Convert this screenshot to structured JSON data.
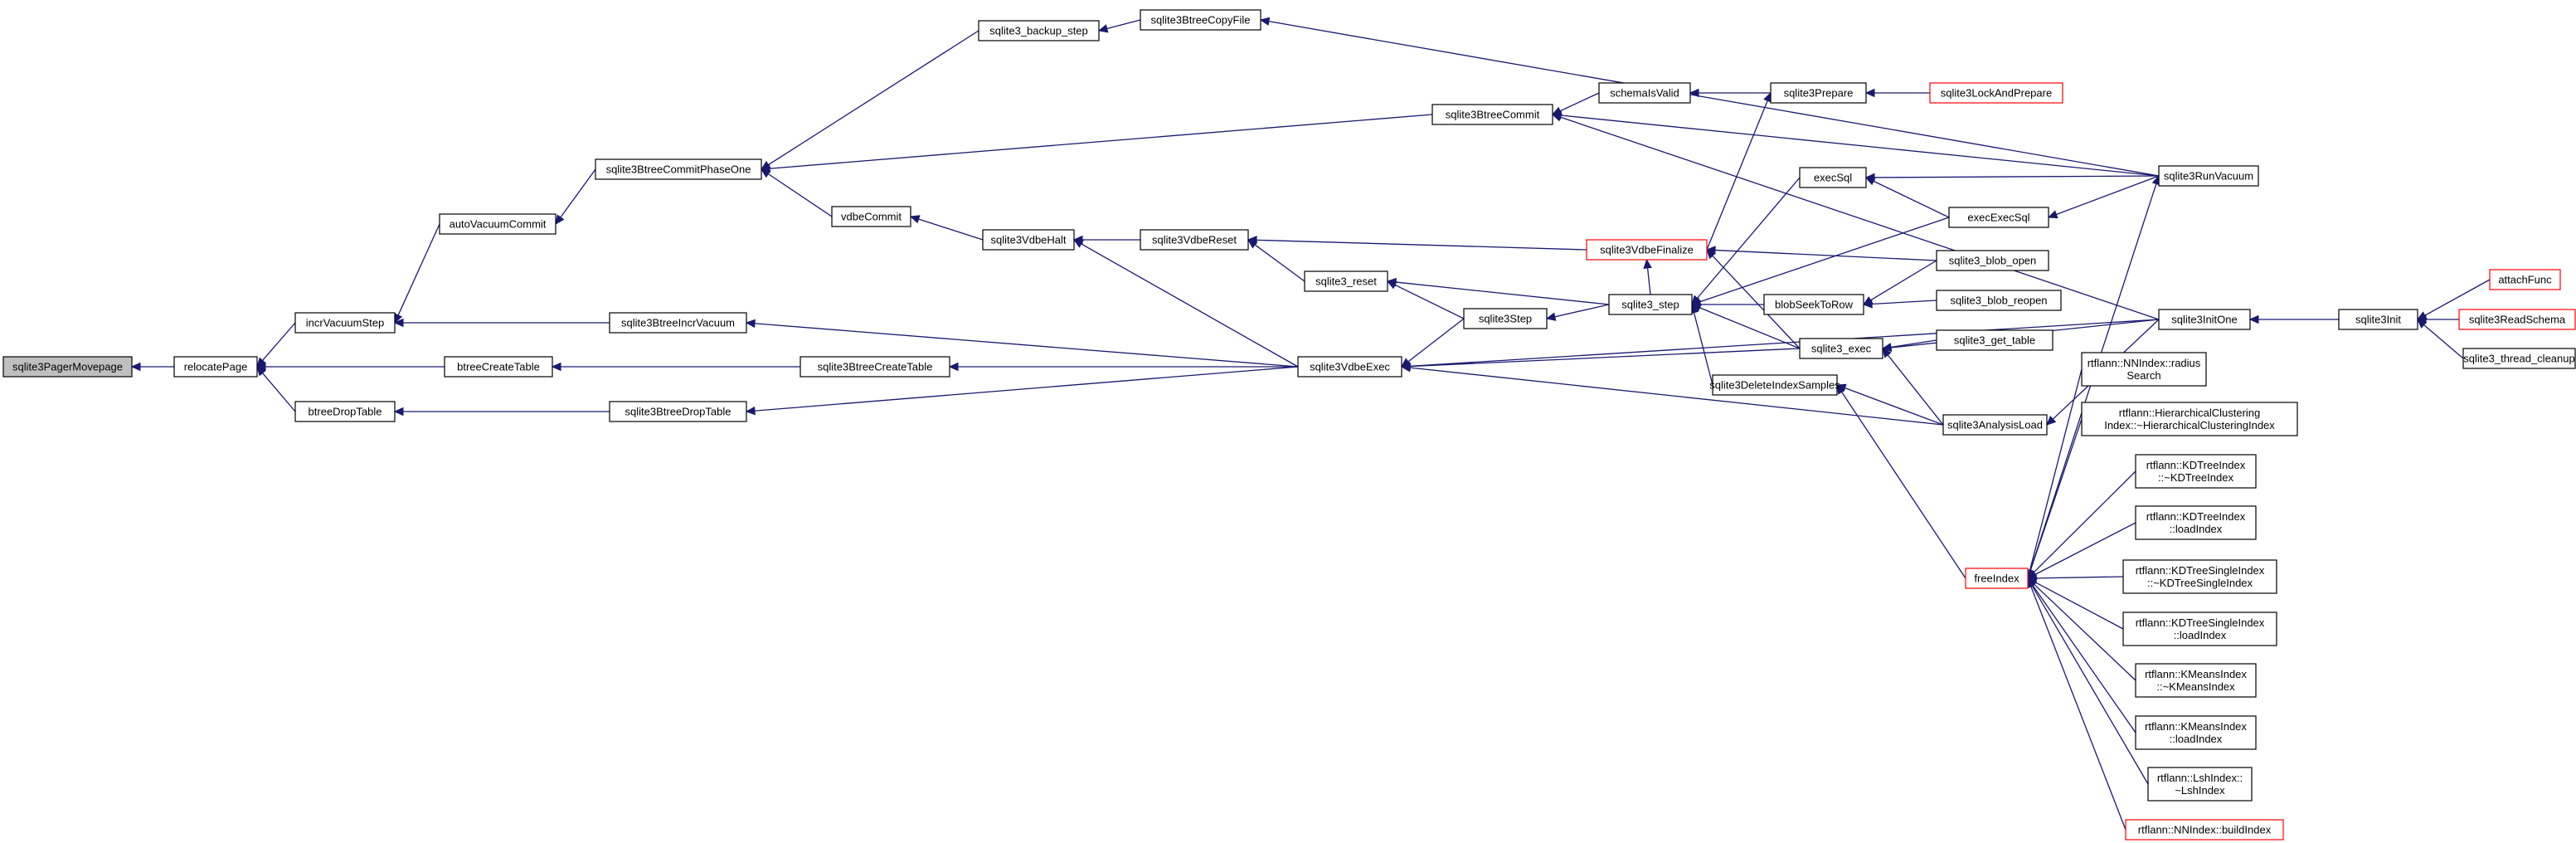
{
  "colors": {
    "edge": "#191970",
    "node_border": "#000000",
    "node_border_truncated": "#ff0000",
    "root_fill": "#bfbfbf",
    "background": "#ffffff"
  },
  "nodes": [
    {
      "id": "n0",
      "label": [
        "sqlite3PagerMovepage"
      ],
      "root": true
    },
    {
      "id": "n1",
      "label": [
        "relocatePage"
      ]
    },
    {
      "id": "n2",
      "label": [
        "incrVacuumStep"
      ]
    },
    {
      "id": "n3",
      "label": [
        "btreeCreateTable"
      ]
    },
    {
      "id": "n4",
      "label": [
        "btreeDropTable"
      ]
    },
    {
      "id": "n5",
      "label": [
        "autoVacuumCommit"
      ]
    },
    {
      "id": "n6",
      "label": [
        "sqlite3BtreeIncrVacuum"
      ]
    },
    {
      "id": "n7",
      "label": [
        "sqlite3BtreeCreateTable"
      ]
    },
    {
      "id": "n8",
      "label": [
        "sqlite3BtreeDropTable"
      ]
    },
    {
      "id": "n9",
      "label": [
        "sqlite3BtreeCommitPhaseOne"
      ]
    },
    {
      "id": "n10",
      "label": [
        "sqlite3_backup_step"
      ]
    },
    {
      "id": "n11",
      "label": [
        "sqlite3BtreeCopyFile"
      ]
    },
    {
      "id": "n12",
      "label": [
        "vdbeCommit"
      ]
    },
    {
      "id": "n13",
      "label": [
        "sqlite3VdbeHalt"
      ]
    },
    {
      "id": "n14",
      "label": [
        "sqlite3VdbeReset"
      ]
    },
    {
      "id": "n15",
      "label": [
        "sqlite3_reset"
      ]
    },
    {
      "id": "n16",
      "label": [
        "sqlite3VdbeExec"
      ]
    },
    {
      "id": "n17",
      "label": [
        "sqlite3BtreeCommit"
      ]
    },
    {
      "id": "n18",
      "label": [
        "schemaIsValid"
      ]
    },
    {
      "id": "n19",
      "label": [
        "sqlite3Prepare"
      ]
    },
    {
      "id": "n20",
      "label": [
        "sqlite3LockAndPrepare"
      ],
      "red": true
    },
    {
      "id": "n21",
      "label": [
        "sqlite3VdbeFinalize"
      ],
      "red": true
    },
    {
      "id": "n22",
      "label": [
        "sqlite3Step"
      ]
    },
    {
      "id": "n23",
      "label": [
        "sqlite3_step"
      ]
    },
    {
      "id": "n24",
      "label": [
        "execSql"
      ]
    },
    {
      "id": "n25",
      "label": [
        "blobSeekToRow"
      ]
    },
    {
      "id": "n26",
      "label": [
        "sqlite3_exec"
      ]
    },
    {
      "id": "n27",
      "label": [
        "sqlite3DeleteIndexSamples"
      ]
    },
    {
      "id": "n28",
      "label": [
        "execExecSql"
      ]
    },
    {
      "id": "n29",
      "label": [
        "sqlite3_blob_open"
      ]
    },
    {
      "id": "n30",
      "label": [
        "sqlite3_blob_reopen"
      ]
    },
    {
      "id": "n31",
      "label": [
        "sqlite3_get_table"
      ]
    },
    {
      "id": "n32",
      "label": [
        "sqlite3AnalysisLoad"
      ]
    },
    {
      "id": "n33",
      "label": [
        "sqlite3RunVacuum"
      ]
    },
    {
      "id": "n34",
      "label": [
        "sqlite3InitOne"
      ]
    },
    {
      "id": "n35",
      "label": [
        "sqlite3Init"
      ]
    },
    {
      "id": "n36",
      "label": [
        "attachFunc"
      ],
      "red": true
    },
    {
      "id": "n37",
      "label": [
        "sqlite3ReadSchema"
      ],
      "red": true
    },
    {
      "id": "n38",
      "label": [
        "sqlite3_thread_cleanup"
      ]
    },
    {
      "id": "n39",
      "label": [
        "freeIndex"
      ],
      "red": true
    },
    {
      "id": "n40",
      "label": [
        "rtflann::NNIndex::radius",
        "Search"
      ]
    },
    {
      "id": "n41",
      "label": [
        "rtflann::HierarchicalClustering",
        "Index::~HierarchicalClusteringIndex"
      ]
    },
    {
      "id": "n42",
      "label": [
        "rtflann::KDTreeIndex",
        "::~KDTreeIndex"
      ]
    },
    {
      "id": "n43",
      "label": [
        "rtflann::KDTreeIndex",
        "::loadIndex"
      ]
    },
    {
      "id": "n44",
      "label": [
        "rtflann::KDTreeSingleIndex",
        "::~KDTreeSingleIndex"
      ]
    },
    {
      "id": "n45",
      "label": [
        "rtflann::KDTreeSingleIndex",
        "::loadIndex"
      ]
    },
    {
      "id": "n46",
      "label": [
        "rtflann::KMeansIndex",
        "::~KMeansIndex"
      ]
    },
    {
      "id": "n47",
      "label": [
        "rtflann::KMeansIndex",
        "::loadIndex"
      ]
    },
    {
      "id": "n48",
      "label": [
        "rtflann::LshIndex::",
        "~LshIndex"
      ]
    },
    {
      "id": "n49",
      "label": [
        "rtflann::NNIndex::buildIndex"
      ],
      "red": true
    }
  ],
  "edges": [
    [
      "n1",
      "n0"
    ],
    [
      "n2",
      "n1"
    ],
    [
      "n3",
      "n1"
    ],
    [
      "n4",
      "n1"
    ],
    [
      "n5",
      "n2"
    ],
    [
      "n6",
      "n2"
    ],
    [
      "n7",
      "n3"
    ],
    [
      "n8",
      "n4"
    ],
    [
      "n9",
      "n5"
    ],
    [
      "n16",
      "n6"
    ],
    [
      "n16",
      "n7"
    ],
    [
      "n16",
      "n8"
    ],
    [
      "n10",
      "n9"
    ],
    [
      "n12",
      "n9"
    ],
    [
      "n17",
      "n9"
    ],
    [
      "n11",
      "n10"
    ],
    [
      "n33",
      "n11"
    ],
    [
      "n13",
      "n12"
    ],
    [
      "n14",
      "n13"
    ],
    [
      "n16",
      "n13"
    ],
    [
      "n15",
      "n14"
    ],
    [
      "n21",
      "n14"
    ],
    [
      "n22",
      "n15"
    ],
    [
      "n23",
      "n15"
    ],
    [
      "n22",
      "n16"
    ],
    [
      "n26",
      "n16"
    ],
    [
      "n32",
      "n16"
    ],
    [
      "n34",
      "n16"
    ],
    [
      "n18",
      "n17"
    ],
    [
      "n33",
      "n17"
    ],
    [
      "n34",
      "n17"
    ],
    [
      "n19",
      "n18"
    ],
    [
      "n20",
      "n19"
    ],
    [
      "n21",
      "n19"
    ],
    [
      "n23",
      "n21"
    ],
    [
      "n26",
      "n21"
    ],
    [
      "n29",
      "n21"
    ],
    [
      "n23",
      "n22"
    ],
    [
      "n24",
      "n23"
    ],
    [
      "n25",
      "n23"
    ],
    [
      "n26",
      "n23"
    ],
    [
      "n27",
      "n23"
    ],
    [
      "n28",
      "n23"
    ],
    [
      "n33",
      "n24"
    ],
    [
      "n28",
      "n24"
    ],
    [
      "n29",
      "n25"
    ],
    [
      "n30",
      "n25"
    ],
    [
      "n31",
      "n26"
    ],
    [
      "n34",
      "n26"
    ],
    [
      "n32",
      "n26"
    ],
    [
      "n32",
      "n27"
    ],
    [
      "n39",
      "n27"
    ],
    [
      "n33",
      "n28"
    ],
    [
      "n34",
      "n32"
    ],
    [
      "n39",
      "n33"
    ],
    [
      "n35",
      "n34"
    ],
    [
      "n36",
      "n35"
    ],
    [
      "n37",
      "n35"
    ],
    [
      "n38",
      "n35"
    ],
    [
      "n40",
      "n39"
    ],
    [
      "n41",
      "n39"
    ],
    [
      "n42",
      "n39"
    ],
    [
      "n43",
      "n39"
    ],
    [
      "n44",
      "n39"
    ],
    [
      "n45",
      "n39"
    ],
    [
      "n46",
      "n39"
    ],
    [
      "n47",
      "n39"
    ],
    [
      "n48",
      "n39"
    ],
    [
      "n49",
      "n39"
    ]
  ]
}
